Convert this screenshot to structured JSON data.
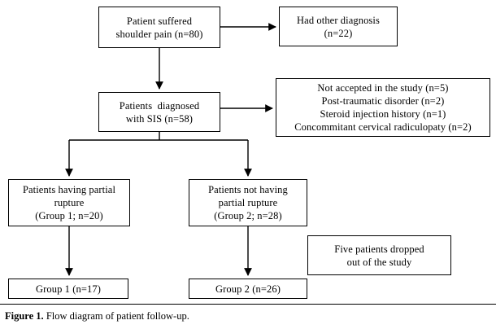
{
  "figure": {
    "caption_label": "Figure 1.",
    "caption_text": "Flow diagram of patient follow-up."
  },
  "diagram": {
    "type": "flowchart",
    "nodes": {
      "suffered": {
        "id": "suffered",
        "lines": [
          "Patient suffered",
          "shoulder pain (n=80)"
        ],
        "line1": "Patient suffered",
        "line2": "shoulder pain (n=80)",
        "count": 80
      },
      "other_diagnosis": {
        "id": "other_diagnosis",
        "line1": "Had other diagnosis",
        "line2": "(n=22)",
        "count": 22
      },
      "sis": {
        "id": "sis",
        "line1": "Patients  diagnosed",
        "line2": "with SIS (n=58)",
        "count": 58
      },
      "excluded": {
        "id": "excluded",
        "line1": "Not accepted in the study (n=5)",
        "line2": "Post-traumatic disorder (n=2)",
        "line3": "Steroid injection history (n=1)",
        "line4": "Concommitant cervical radiculopaty (n=2)",
        "counts": [
          5,
          2,
          1,
          2
        ]
      },
      "partial_rupture": {
        "id": "partial_rupture",
        "line1": "Patients having partial",
        "line2": "rupture",
        "line3": "(Group 1; n=20)",
        "count": 20
      },
      "no_partial_rupture": {
        "id": "no_partial_rupture",
        "line1": "Patients not having",
        "line2": "partial rupture",
        "line3": "(Group 2; n=28)",
        "count": 28
      },
      "dropped_out": {
        "id": "dropped_out",
        "line1": "Five patients dropped",
        "line2": "out of the study",
        "count": 5
      },
      "group1_final": {
        "id": "group1_final",
        "line1": "Group 1 (n=17)",
        "count": 17
      },
      "group2_final": {
        "id": "group2_final",
        "line1": "Group 2 (n=26)",
        "count": 26
      }
    },
    "edges": [
      {
        "from": "suffered",
        "to": "other_diagnosis",
        "direction": "right"
      },
      {
        "from": "suffered",
        "to": "sis",
        "direction": "down"
      },
      {
        "from": "sis",
        "to": "excluded",
        "direction": "right"
      },
      {
        "from": "sis",
        "to": "partial_rupture",
        "direction": "down-left"
      },
      {
        "from": "sis",
        "to": "no_partial_rupture",
        "direction": "down-right"
      },
      {
        "from": "partial_rupture",
        "to": "group1_final",
        "direction": "down"
      },
      {
        "from": "no_partial_rupture",
        "to": "group2_final",
        "direction": "down"
      }
    ],
    "colors": {
      "stroke": "#000000",
      "fill": "#ffffff",
      "text": "#000000"
    }
  }
}
